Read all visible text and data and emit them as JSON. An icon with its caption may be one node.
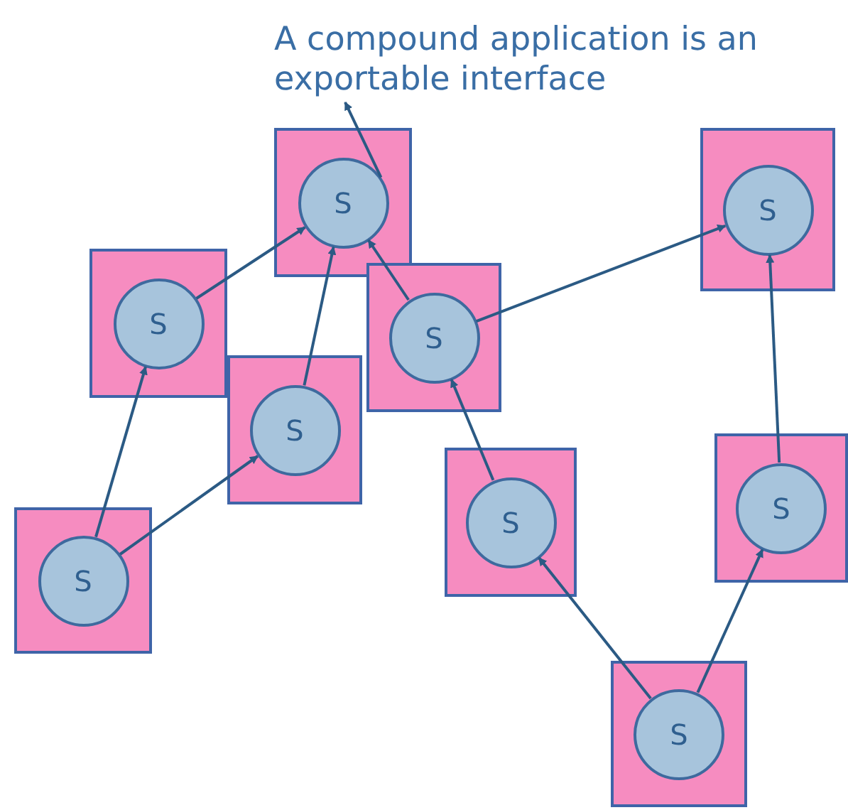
{
  "diagram": {
    "nodes": [
      {
        "text": [
          "A compound application is an exportable interface"
        ]
      },
      {
        "text": [],
        "shape": "box"
      },
      {
        "text": [
          "S"
        ],
        "in": 1
      },
      {
        "text": [],
        "shape": "box"
      },
      {
        "text": [
          "S"
        ],
        "in": 3
      },
      {
        "text": [],
        "shape": "box"
      },
      {
        "text": [
          "S"
        ],
        "in": 5
      },
      {
        "text": [],
        "shape": "box"
      },
      {
        "text": [
          "S"
        ],
        "in": 7
      },
      {
        "text": [],
        "shape": "box"
      },
      {
        "text": [
          "S"
        ],
        "in": 9
      },
      {
        "text": [],
        "shape": "box"
      },
      {
        "text": [
          "S"
        ],
        "in": 11
      },
      {
        "text": [],
        "shape": "box"
      },
      {
        "text": [
          "S"
        ],
        "in": 13
      },
      {
        "text": [],
        "shape": "box"
      },
      {
        "text": [
          "S"
        ],
        "in": 15
      },
      {
        "text": [],
        "shape": "box"
      },
      {
        "text": [
          "S"
        ],
        "in": 17
      }
    ],
    "edges": [
      {
        "from": 2,
        "to": 0,
        "arrow": "to"
      },
      {
        "from": 16,
        "to": 6,
        "arrow": "to"
      },
      {
        "from": 16,
        "to": 10,
        "arrow": "to"
      },
      {
        "from": 6,
        "to": 2,
        "arrow": "to"
      },
      {
        "from": 10,
        "to": 2,
        "arrow": "to"
      },
      {
        "from": 8,
        "to": 2,
        "arrow": "to"
      },
      {
        "from": 8,
        "to": 4,
        "arrow": "to"
      },
      {
        "from": 12,
        "to": 8,
        "arrow": "to"
      },
      {
        "from": 18,
        "to": 12,
        "arrow": "to"
      },
      {
        "from": 18,
        "to": 14,
        "arrow": "to"
      },
      {
        "from": 14,
        "to": 4,
        "arrow": "to"
      }
    ]
  }
}
